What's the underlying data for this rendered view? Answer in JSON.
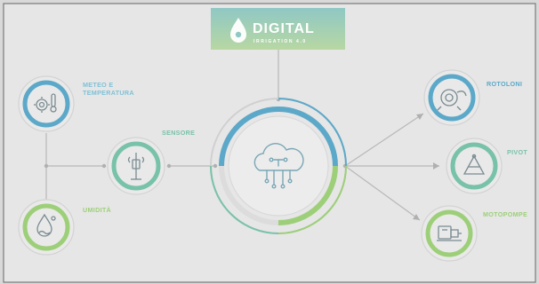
{
  "logo": {
    "title": "DIGITAL",
    "subtitle": "IRRIGATION 4.0"
  },
  "nodes": {
    "meteo": {
      "label_line1": "METEO E",
      "label_line2": "TEMPERATURA",
      "icon": "gear-thermometer-icon"
    },
    "umidita": {
      "label": "UMIDITÀ",
      "icon": "water-drop-icon"
    },
    "sensore": {
      "label": "SENSORE",
      "icon": "sensor-icon"
    },
    "hub": {
      "icon": "cloud-network-icon"
    },
    "rotoloni": {
      "label": "ROTOLONI",
      "icon": "hose-reel-icon"
    },
    "pivot": {
      "label": "PIVOT",
      "icon": "pivot-icon"
    },
    "motopompe": {
      "label": "MOTOPOMPE",
      "icon": "motor-pump-icon"
    }
  },
  "colors": {
    "background": "#d9d9d9",
    "panel": "#e6e6e6",
    "label_blue": "#7fc1d6",
    "ring_blue": "#5ca8c9",
    "ring_teal": "#79c2aa",
    "ring_green": "#9dcf79",
    "connector": "#b7b7b7"
  }
}
